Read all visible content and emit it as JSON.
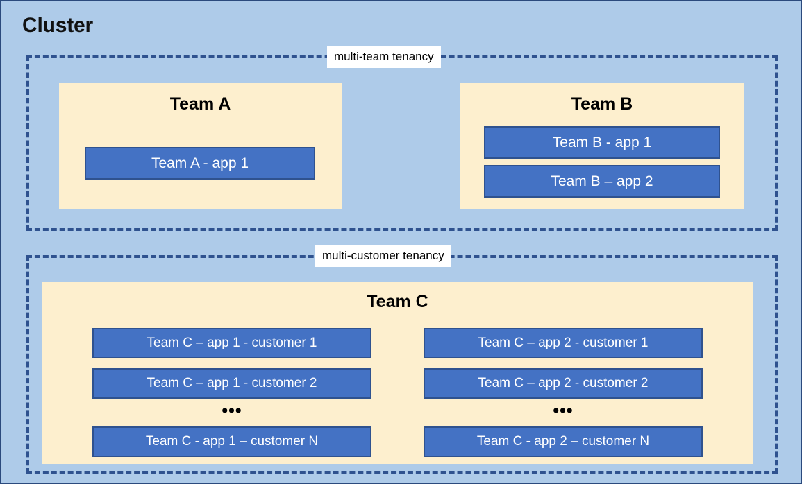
{
  "diagram": {
    "title": "Cluster",
    "colors": {
      "canvas_background": "#aecbe9",
      "canvas_border": "#2b4a7d",
      "dashed_border": "#2f528f",
      "team_panel_fill": "#fdefce",
      "app_box_fill": "#4472c4",
      "app_box_border": "#2f528f",
      "app_box_text": "#ffffff",
      "label_chip_fill": "#ffffff"
    }
  },
  "groups": [
    {
      "id": "multi-team",
      "label": "multi-team tenancy",
      "teams": [
        {
          "id": "team-a",
          "title": "Team A",
          "apps": [
            {
              "id": "app-a1",
              "label": "Team A - app 1"
            }
          ]
        },
        {
          "id": "team-b",
          "title": "Team B",
          "apps": [
            {
              "id": "app-b1",
              "label": "Team B - app 1"
            },
            {
              "id": "app-b2",
              "label": "Team B – app 2"
            }
          ]
        }
      ]
    },
    {
      "id": "multi-customer",
      "label": "multi-customer tenancy",
      "teams": [
        {
          "id": "team-c",
          "title": "Team C",
          "columns": [
            {
              "id": "column-app-1",
              "apps": [
                {
                  "id": "app-c1-1",
                  "label": "Team C – app 1 - customer 1"
                },
                {
                  "id": "app-c1-2",
                  "label": "Team C – app 1 - customer 2"
                },
                {
                  "id": "app-c1-n",
                  "label": "Team C - app 1 – customer N"
                }
              ],
              "ellipsis": "•••"
            },
            {
              "id": "column-app-2",
              "apps": [
                {
                  "id": "app-c2-1",
                  "label": "Team C – app 2 - customer 1"
                },
                {
                  "id": "app-c2-2",
                  "label": "Team C – app 2 - customer 2"
                },
                {
                  "id": "app-c2-n",
                  "label": "Team C - app 2 – customer N"
                }
              ],
              "ellipsis": "•••"
            }
          ]
        }
      ]
    }
  ]
}
